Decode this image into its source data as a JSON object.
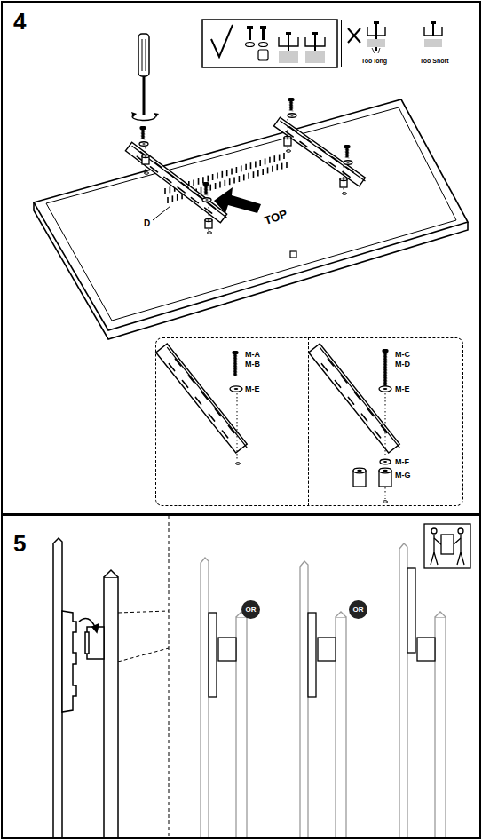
{
  "diagram": {
    "nodes": [
      {
        "text": [
          "4"
        ]
      },
      {
        "text": [
          "Too long",
          "Too Short"
        ],
        "in": 0
      },
      {
        "text": [
          "M-A",
          "M-B",
          "M-E"
        ],
        "in": 0
      },
      {
        "text": [
          "M-C",
          "M-D",
          "M-E",
          "M-F",
          "M-G"
        ],
        "in": 0
      },
      {
        "text": [
          "5"
        ]
      },
      {
        "text": [
          "OR"
        ],
        "in": 4
      },
      {
        "text": [
          "OR"
        ],
        "in": 4
      }
    ],
    "labels": [
      "TOP",
      "D"
    ]
  }
}
